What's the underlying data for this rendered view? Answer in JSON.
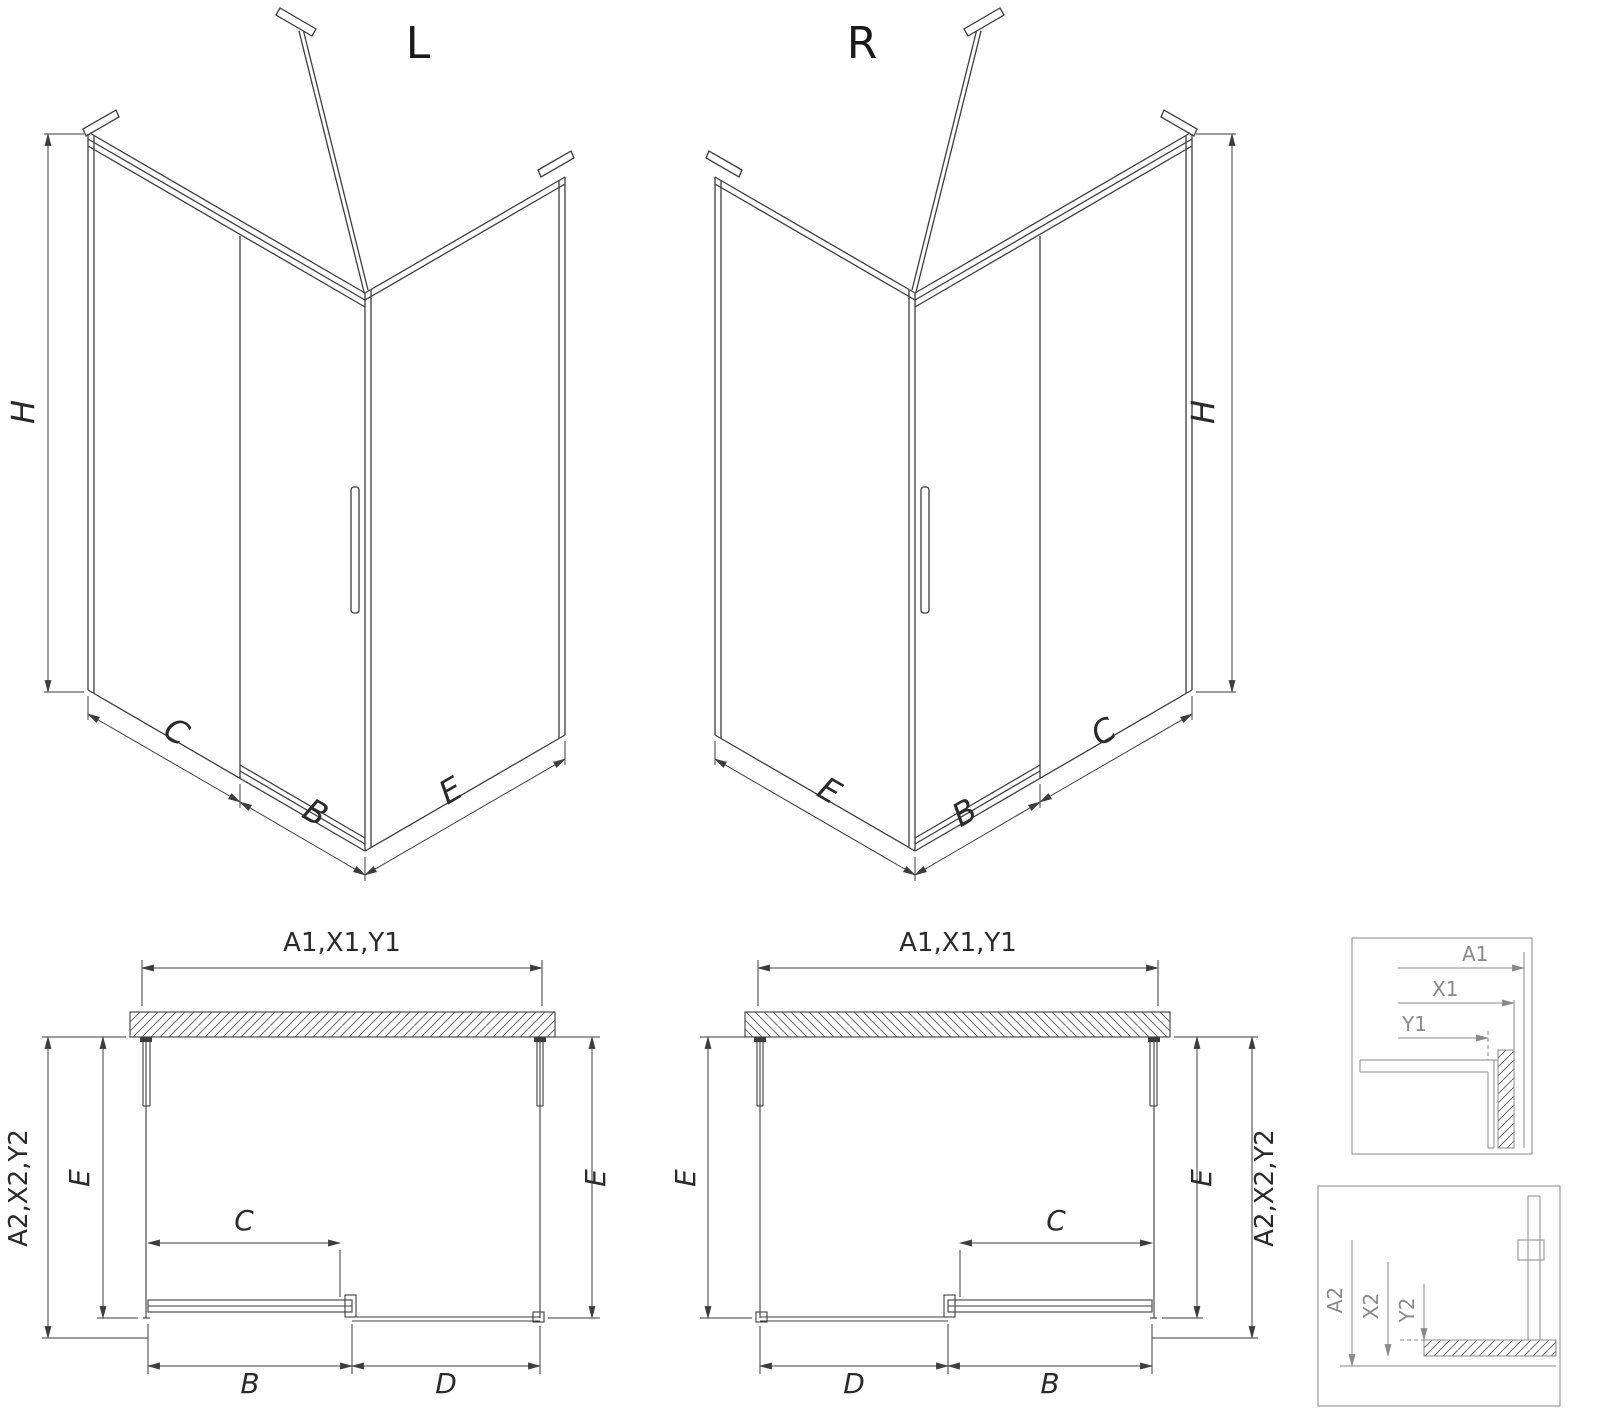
{
  "page": {
    "background": "#ffffff",
    "line_color": "#3d3d3d",
    "detail_color": "#8a8a8a"
  },
  "iso_left": {
    "title": "L",
    "height_label": "H",
    "width_fixed_label": "C",
    "width_door_label": "B",
    "depth_label": "E"
  },
  "iso_right": {
    "title": "R",
    "height_label": "H",
    "width_fixed_label": "C",
    "width_door_label": "B",
    "depth_label": "E"
  },
  "plan_left": {
    "top_dim_label": "A1,X1,Y1",
    "side_dim_label": "A2,X2,Y2",
    "depth_left_label": "E",
    "depth_right_label": "E",
    "opening_label": "C",
    "door_label": "B",
    "fixed_label": "D"
  },
  "plan_right": {
    "top_dim_label": "A1,X1,Y1",
    "side_dim_label": "A2,X2,Y2",
    "depth_left_label": "E",
    "depth_right_label": "E",
    "opening_label": "C",
    "door_label": "B",
    "fixed_label": "D"
  },
  "detail_top": {
    "labels": [
      "A1",
      "X1",
      "Y1"
    ]
  },
  "detail_bottom": {
    "labels": [
      "A2",
      "X2",
      "Y2"
    ]
  }
}
